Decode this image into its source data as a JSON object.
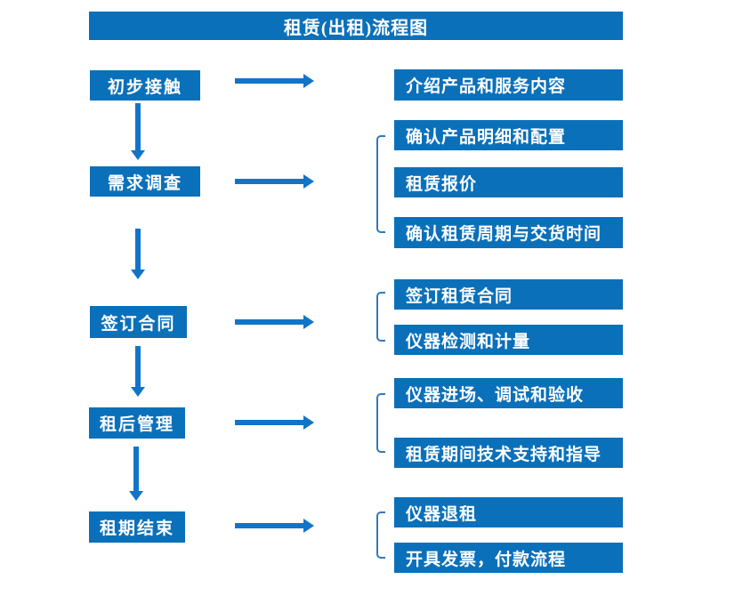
{
  "title": "租赁(出租)流程图",
  "colors": {
    "box_blue": "#0b70ba",
    "arrow_blue": "#1274c8",
    "bracket_blue": "#3079bd",
    "text_white": "#ffffff"
  },
  "steps": [
    {
      "label": "初步接触",
      "items": [
        "介绍产品和服务内容"
      ]
    },
    {
      "label": "需求调查",
      "items": [
        "确认产品明细和配置",
        "租赁报价",
        "确认租赁周期与交货时间"
      ]
    },
    {
      "label": "签订合同",
      "items": [
        "签订租赁合同",
        "仪器检测和计量"
      ]
    },
    {
      "label": "租后管理",
      "items": [
        "仪器进场、调试和验收",
        "租赁期间技术支持和指导"
      ]
    },
    {
      "label": "租期结束",
      "items": [
        "仪器退租",
        "开具发票，付款流程"
      ]
    }
  ]
}
